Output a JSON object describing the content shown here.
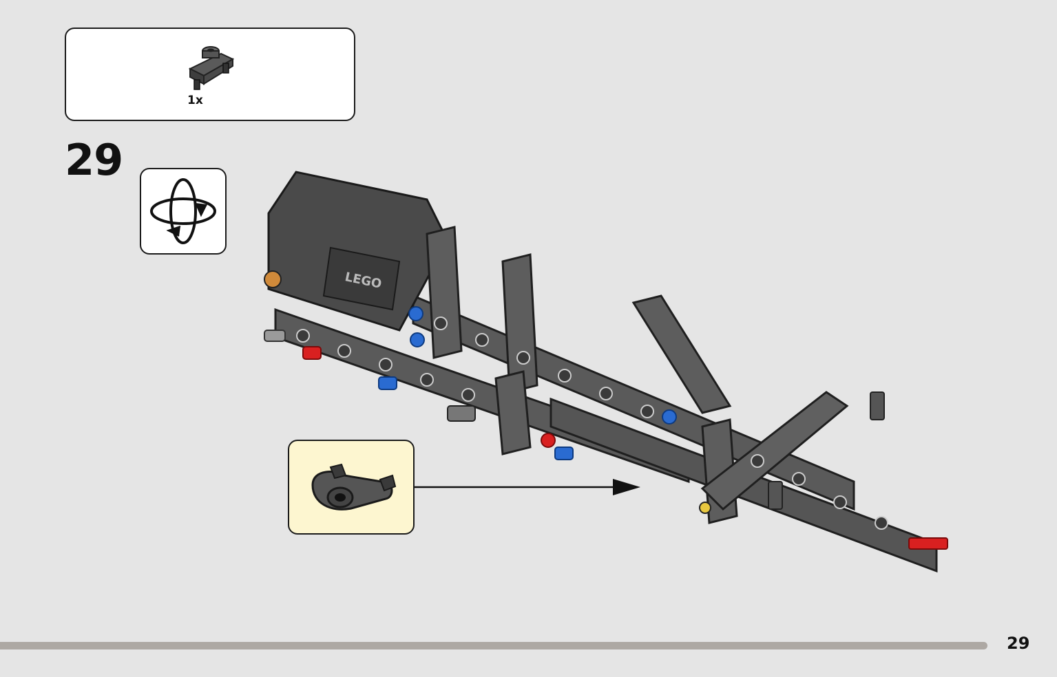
{
  "parts_list": {
    "items": [
      {
        "qty": "1x",
        "icon": "bracket-part-icon"
      }
    ]
  },
  "step": {
    "number": "29"
  },
  "rotate_hint": {
    "icon": "rotate-model-icon"
  },
  "callout": {
    "icon": "bracket-part-icon"
  },
  "model": {
    "icon": "lego-assembly-icon",
    "logo_text": "LEGO"
  },
  "footer": {
    "page_number": "29",
    "progress": 0.934
  },
  "colors": {
    "background": "#e5e5e5",
    "callout_background": "#fdf6d0",
    "part_dark_gray": "#5a5a5a",
    "pin_red": "#d92020",
    "pin_blue": "#2a6bd1",
    "progress_bar": "#ada8a3"
  }
}
